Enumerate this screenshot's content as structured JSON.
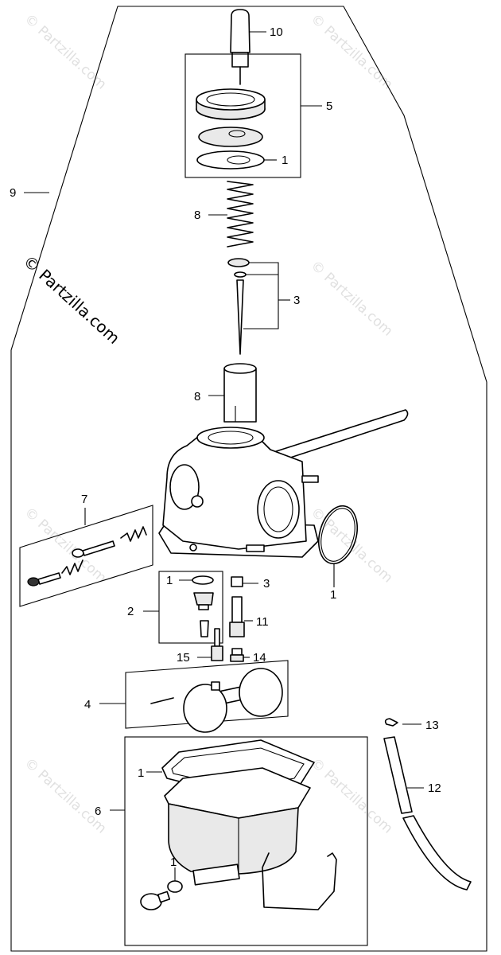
{
  "watermark": {
    "main": "© Partzilla.com",
    "faint": "© Partzilla.com"
  },
  "callouts": {
    "c10": "10",
    "c5": "5",
    "c1_top": "1",
    "c9": "9",
    "c8_top": "8",
    "c3_top": "3",
    "c8_mid": "8",
    "c7": "7",
    "c1_oring": "1",
    "c2": "2",
    "c1_mid": "1",
    "c3_mid": "3",
    "c11": "11",
    "c15": "15",
    "c14": "14",
    "c4": "4",
    "c13": "13",
    "c1_gasket": "1",
    "c12": "12",
    "c6": "6",
    "c1_bottom": "1"
  }
}
